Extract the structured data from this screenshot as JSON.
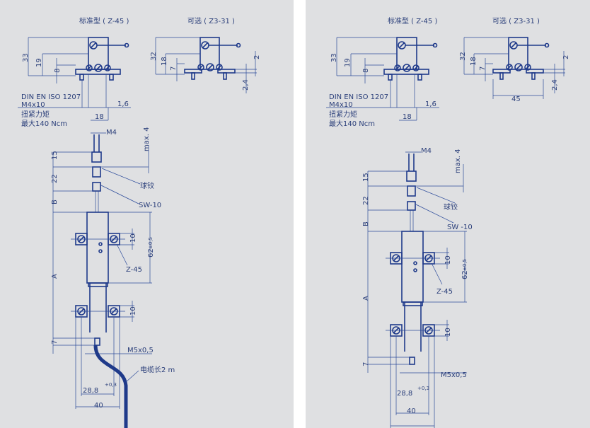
{
  "colors": {
    "background": "#dfe0e2",
    "line": "#1f3a8a",
    "text": "#2b3f7a"
  },
  "left": {
    "title_standard": "标准型 ( Z-45 )",
    "title_optional": "可选 ( Z3-31 )",
    "top_dims": {
      "a": "33",
      "b": "19",
      "c": "8",
      "d": "32",
      "e": "18",
      "f": "7",
      "g": "2",
      "h": "2,4",
      "i": "1,6",
      "j": "18"
    },
    "notes": [
      "DIN EN ISO 1207",
      "M4x10",
      "扭紧力矩",
      "最大140 Ncm"
    ],
    "main": {
      "m4": "M4",
      "max4": "max. 4",
      "d15": "15",
      "d22": "22",
      "B": "B",
      "A": "A",
      "d7": "7",
      "ball_joint": "球铰",
      "sw": "SW-10",
      "clamp": "Z-45",
      "d10a": "10",
      "d10b": "10",
      "d62": "62",
      "tol62": "±0,5",
      "m5": "M5x0,5",
      "cable": "电缆长2 m",
      "d288": "28,8",
      "tol288": "+0,3",
      "d40": "40"
    }
  },
  "right": {
    "title_standard": "标准型 ( Z-45 )",
    "title_optional": "可选 ( Z3-31 )",
    "top_dims": {
      "a": "33",
      "b": "19",
      "c": "8",
      "d": "32",
      "e": "18",
      "f": "7",
      "g": "2",
      "h": "2,4",
      "i": "1,6",
      "j": "18",
      "k": "45"
    },
    "notes": [
      "DIN EN ISO 1207",
      "M4x10",
      "扭紧力矩",
      "最大140 Ncm"
    ],
    "main": {
      "m4": "M4",
      "max4": "max. 4",
      "d15": "15",
      "d22": "22",
      "B": "B",
      "A": "A",
      "d7": "7",
      "ball_joint": "球铰",
      "sw": "SW -10",
      "clamp": "Z-45",
      "d10a": "10",
      "d10b": "10",
      "d62": "62",
      "tol62": "±0,5",
      "m5": "M5x0,5",
      "d288": "28,8",
      "tol288": "+0,3",
      "d40": "40"
    }
  }
}
